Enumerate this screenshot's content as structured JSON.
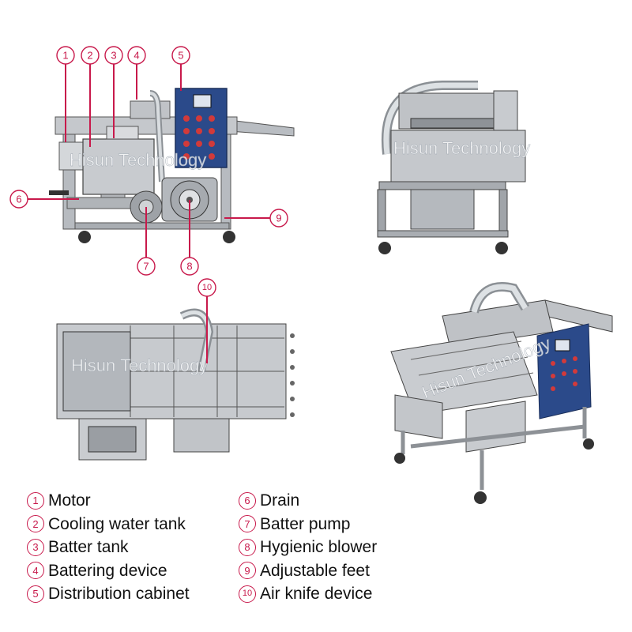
{
  "watermark": "Hisun Technology",
  "callouts": [
    "1",
    "2",
    "3",
    "4",
    "5",
    "6",
    "7",
    "8",
    "9",
    "10"
  ],
  "legend": [
    {
      "num": "1",
      "label": "Motor"
    },
    {
      "num": "2",
      "label": "Cooling water tank"
    },
    {
      "num": "3",
      "label": "Batter tank"
    },
    {
      "num": "4",
      "label": "Battering device"
    },
    {
      "num": "5",
      "label": "Distribution cabinet"
    },
    {
      "num": "6",
      "label": "Drain"
    },
    {
      "num": "7",
      "label": "Batter pump"
    },
    {
      "num": "8",
      "label": "Hygienic blower"
    },
    {
      "num": "9",
      "label": "Adjustable feet"
    },
    {
      "num": "10",
      "label": "Air knife device"
    }
  ],
  "colors": {
    "accent": "#c8194b",
    "panel": "#2b4a8a",
    "steel": "#c9ccd0",
    "frame": "#8d9196"
  }
}
